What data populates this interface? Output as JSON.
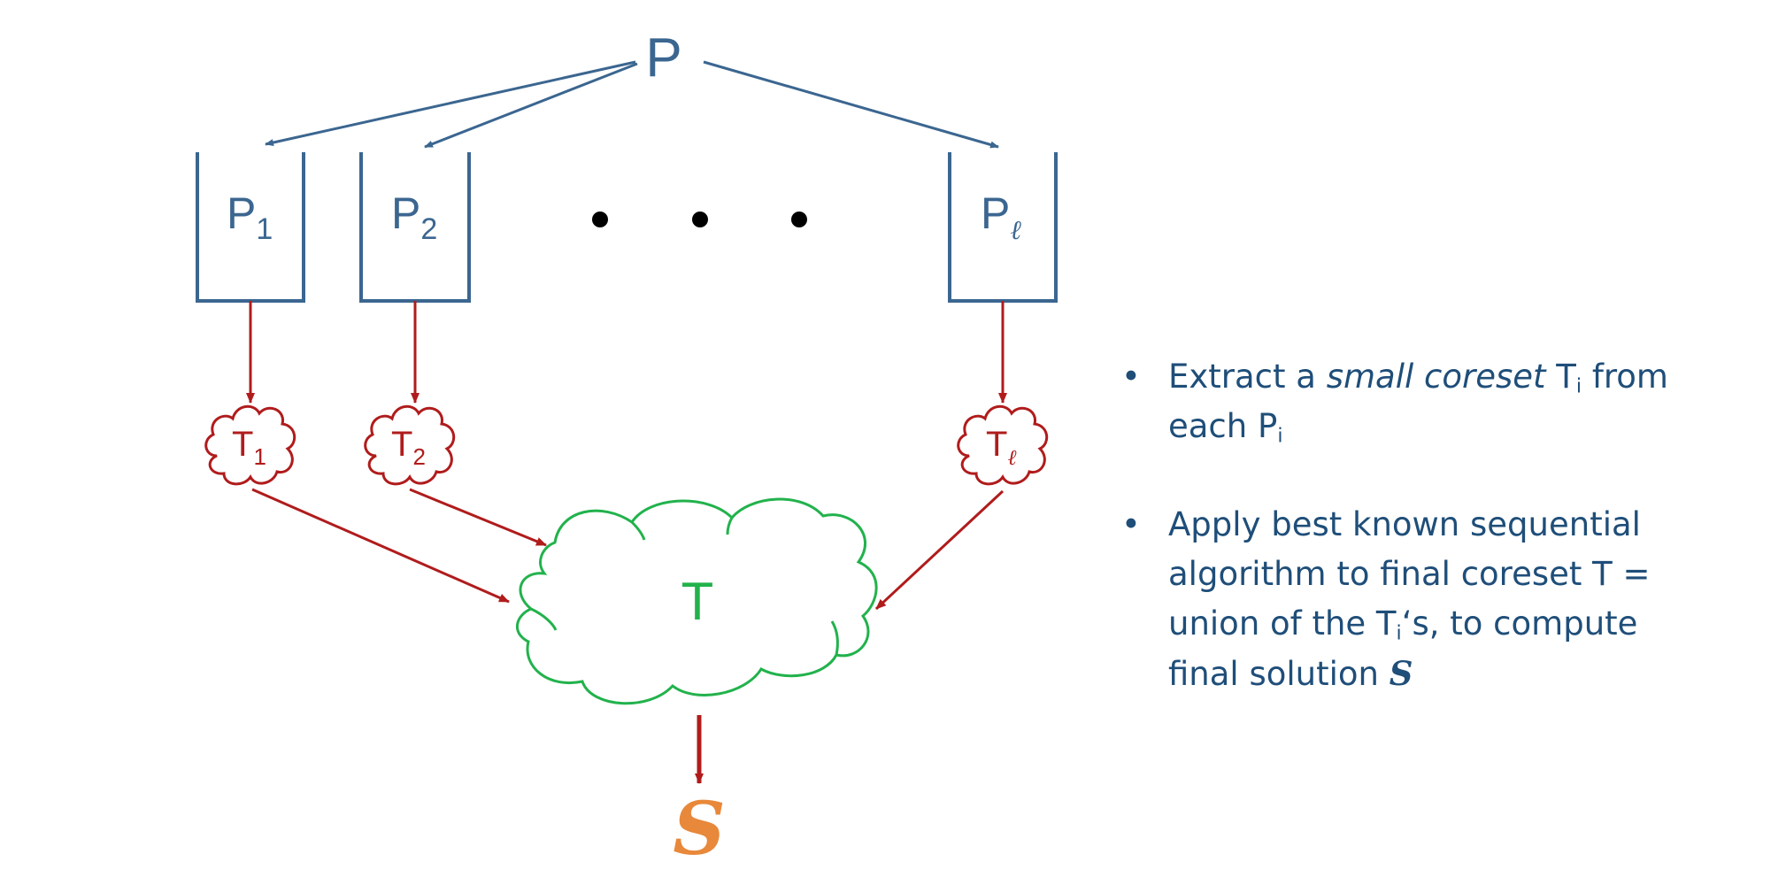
{
  "diagram": {
    "root_label": "P",
    "partitions": [
      {
        "label": "P",
        "sub": "1",
        "coreset_label": "T",
        "coreset_sub": "1"
      },
      {
        "label": "P",
        "sub": "2",
        "coreset_label": "T",
        "coreset_sub": "2"
      },
      {
        "label": "P",
        "sub": "ℓ",
        "coreset_label": "T",
        "coreset_sub": "ℓ"
      }
    ],
    "ellipsis": "• • •",
    "union_label": "T",
    "solution_label": "S"
  },
  "bullets": [
    {
      "marker": "•",
      "t1": "Extract a ",
      "t2": "small coreset",
      "t3": " T",
      "t4": "i",
      "t5": " from each P",
      "t6": "i"
    },
    {
      "marker": "•",
      "t1": "Apply best known sequential algorithm to final coreset T = union of the T",
      "t2": "i",
      "t3": "‘s, to compute final solution ",
      "t4": "S"
    }
  ],
  "colors": {
    "blue": "#3B6690",
    "red": "#B01C1C",
    "green": "#22B24C",
    "orange": "#E8883A",
    "text": "#1F4E79"
  }
}
